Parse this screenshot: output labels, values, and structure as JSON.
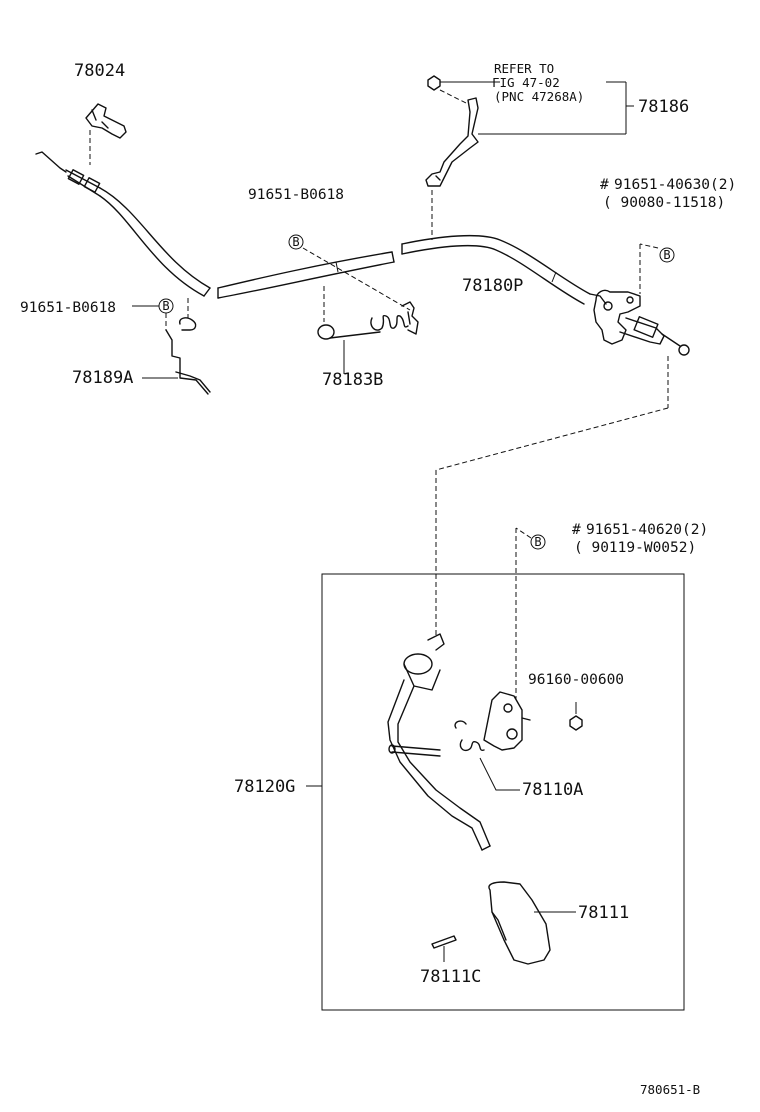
{
  "labels": {
    "p78024": "78024",
    "refer1": "REFER TO",
    "refer2": "FIG 47-02",
    "refer3": "(PNC 47268A)",
    "p78186": "78186",
    "p91651_b0618_a": "91651-B0618",
    "p91651_40630": "91651-40630(2)",
    "p90080_11518": "( 90080-11518)",
    "p78180p": "78180P",
    "p91651_b0618_b": "91651-B0618",
    "p78189a": "78189A",
    "p78183b": "78183B",
    "p91651_40620": "91651-40620(2)",
    "p90119_w0052": "( 90119-W0052)",
    "p96160_00600": "96160-00600",
    "p78110a": "78110A",
    "p78120g": "78120G",
    "p78111": "78111",
    "p78111c": "78111C",
    "footer": "780651-B"
  },
  "symbols": {
    "hash": "#",
    "bolt_code": "B"
  }
}
